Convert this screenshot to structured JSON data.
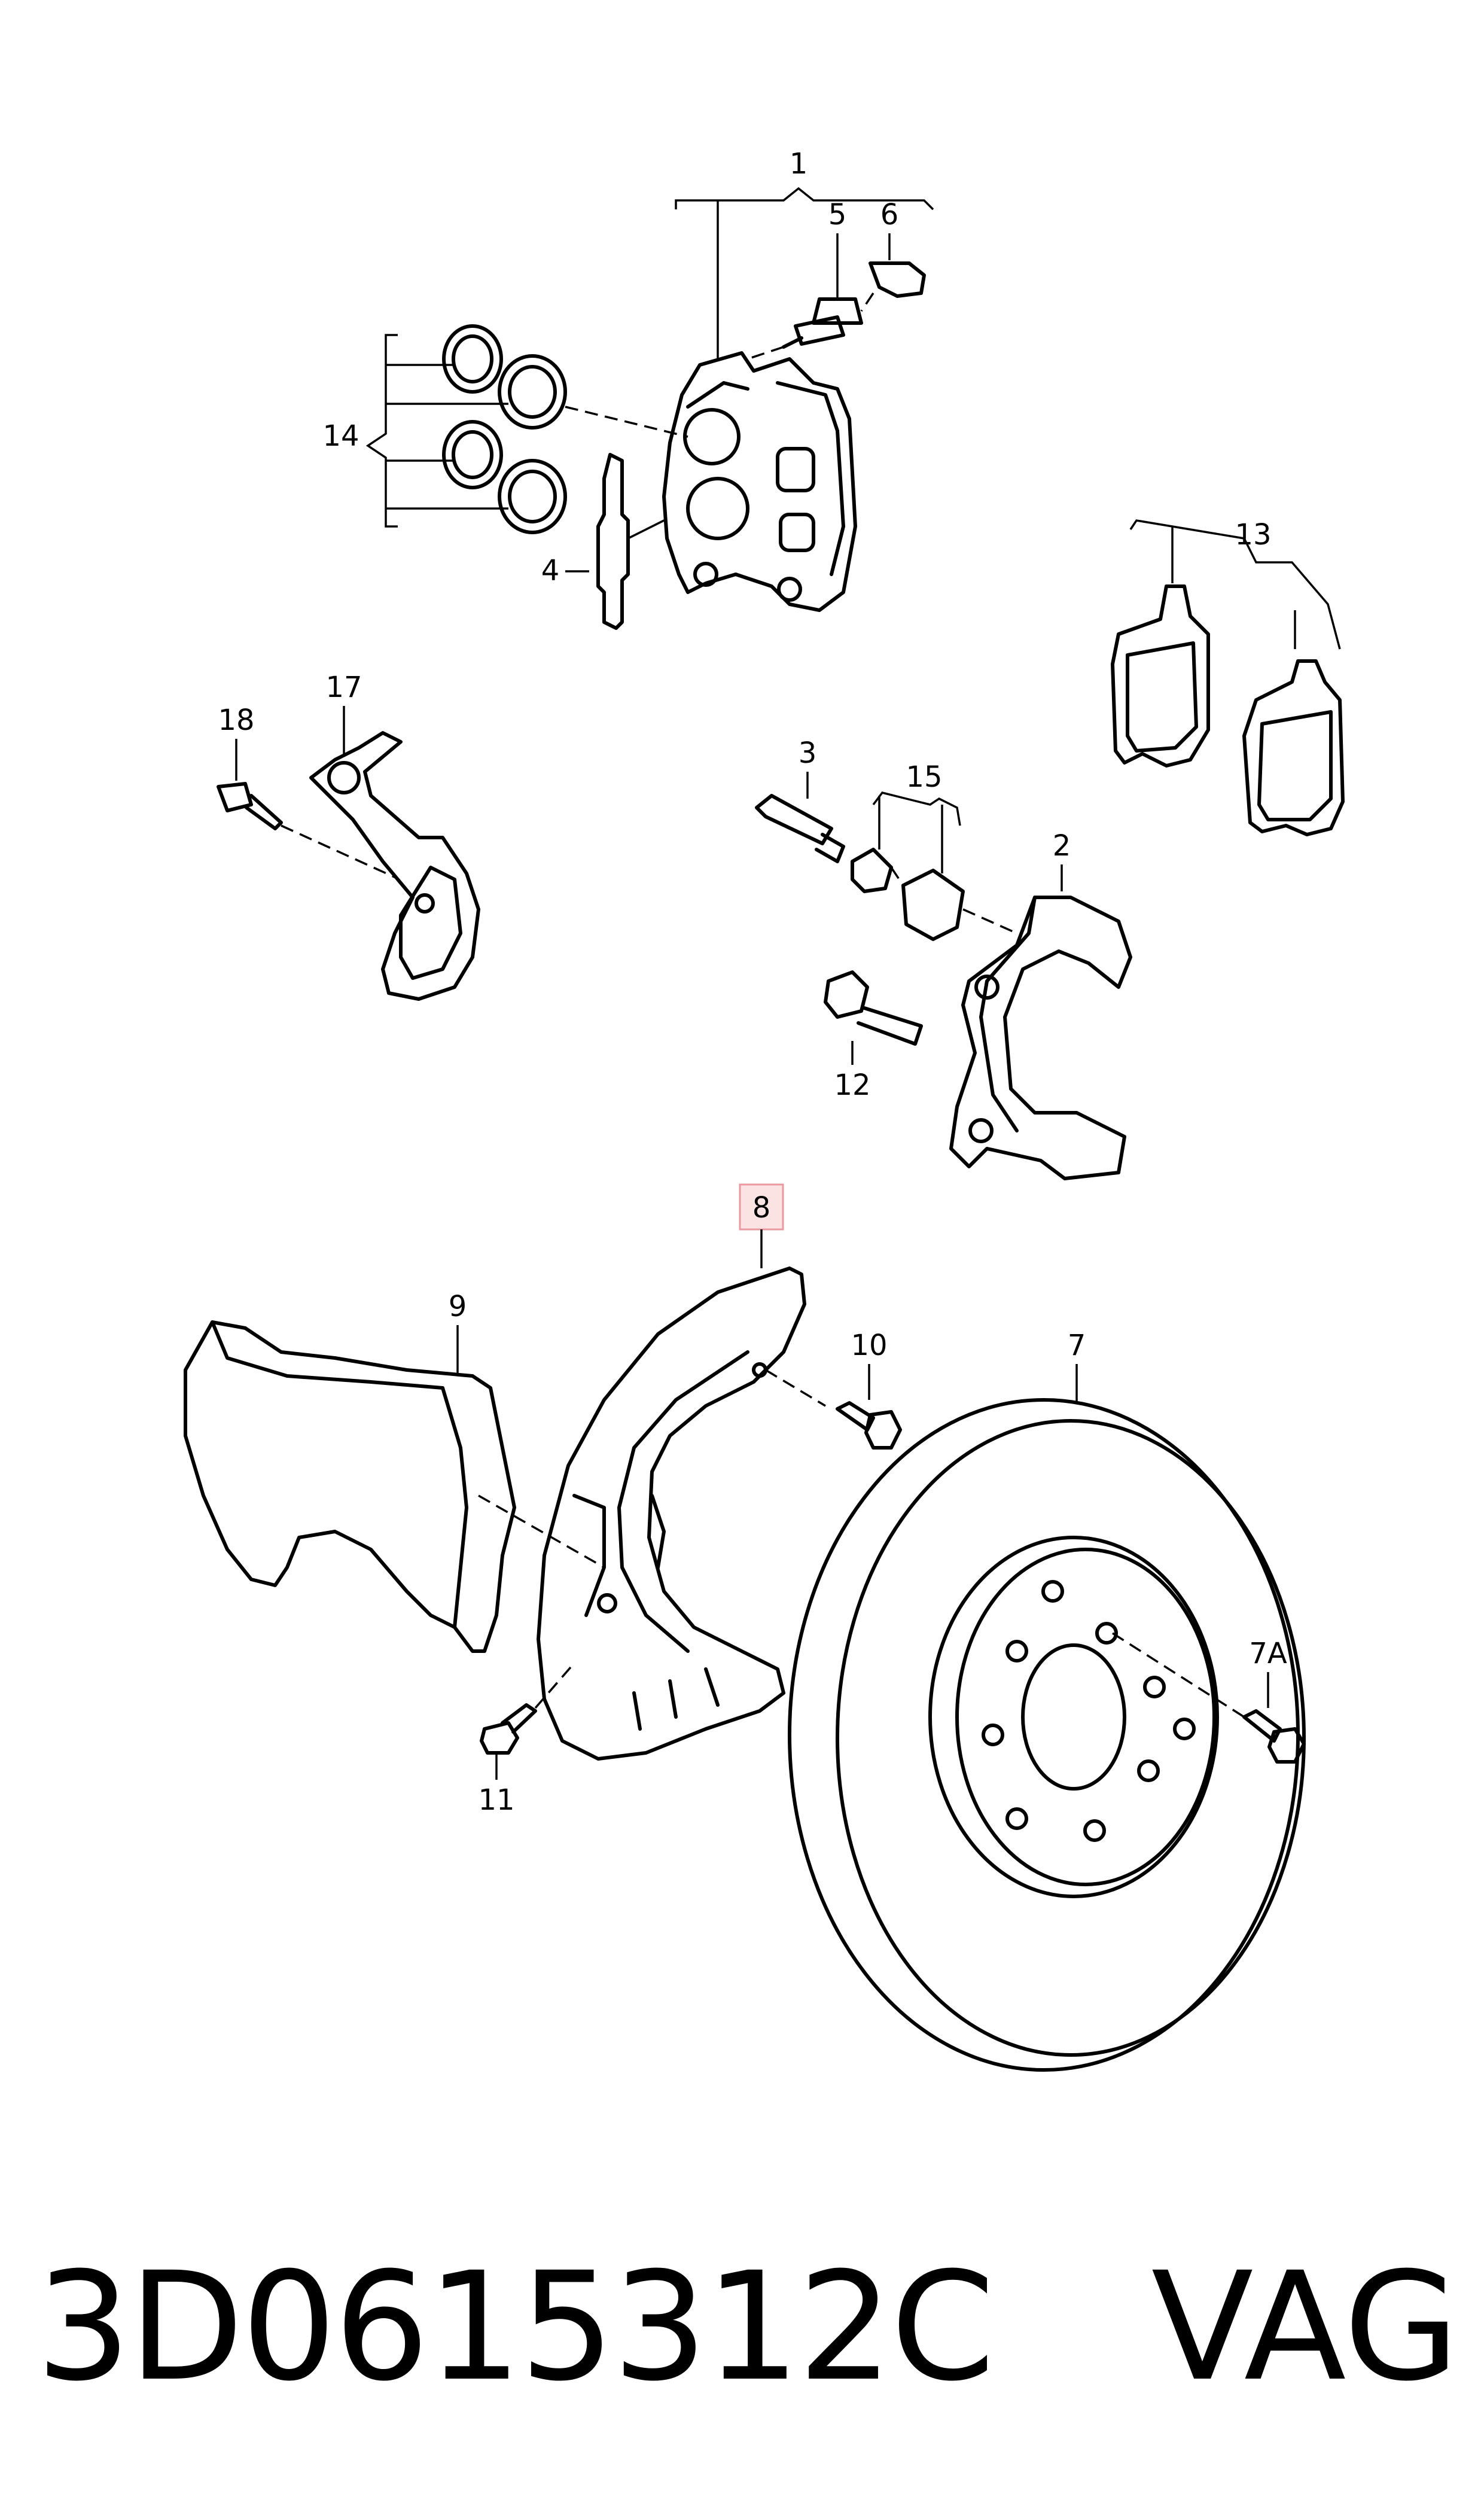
{
  "callouts": {
    "c1": "1",
    "c2": "2",
    "c3": "3",
    "c4": "4",
    "c5": "5",
    "c6": "6",
    "c7": "7",
    "c7a": "7A",
    "c8": "8",
    "c9": "9",
    "c10": "10",
    "c11": "11",
    "c12": "12",
    "c13": "13",
    "c14": "14",
    "c15": "15",
    "c17": "17",
    "c18": "18"
  },
  "highlight": {
    "callout": "8",
    "border_color": "#e89aa0",
    "fill_color": "#fbe3e4"
  },
  "footer": {
    "part_number": "3D0615312C",
    "brand": "VAG"
  }
}
